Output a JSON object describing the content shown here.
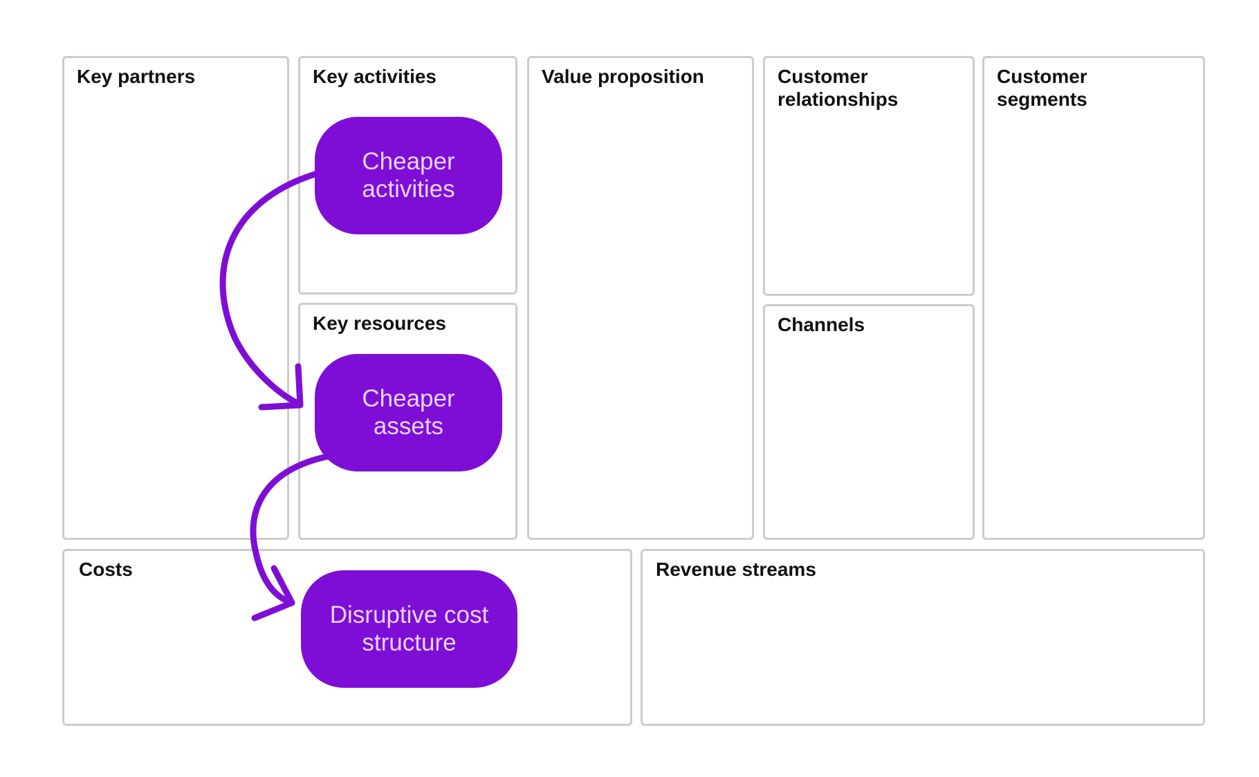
{
  "colors": {
    "accent": "#7e0ed6",
    "pill_text": "#e9d4ff",
    "border": "#cccccc",
    "title": "#111111"
  },
  "canvas": {
    "key_partners": "Key partners",
    "key_activities": "Key activities",
    "key_resources": "Key resources",
    "value_proposition": "Value proposition",
    "customer_relationships": "Customer\nrelationships",
    "channels": "Channels",
    "customer_segments": "Customer\nsegments",
    "costs": "Costs",
    "revenue_streams": "Revenue streams"
  },
  "highlights": {
    "cheaper_activities": "Cheaper\nactivities",
    "cheaper_assets": "Cheaper\nassets",
    "disruptive_cost_structure": "Disruptive cost\nstructure"
  },
  "arrows": [
    {
      "from": "cheaper_activities",
      "to": "cheaper_assets",
      "icon": "curved-arrow-icon"
    },
    {
      "from": "cheaper_assets",
      "to": "disruptive_cost_structure",
      "icon": "curved-arrow-icon"
    }
  ]
}
